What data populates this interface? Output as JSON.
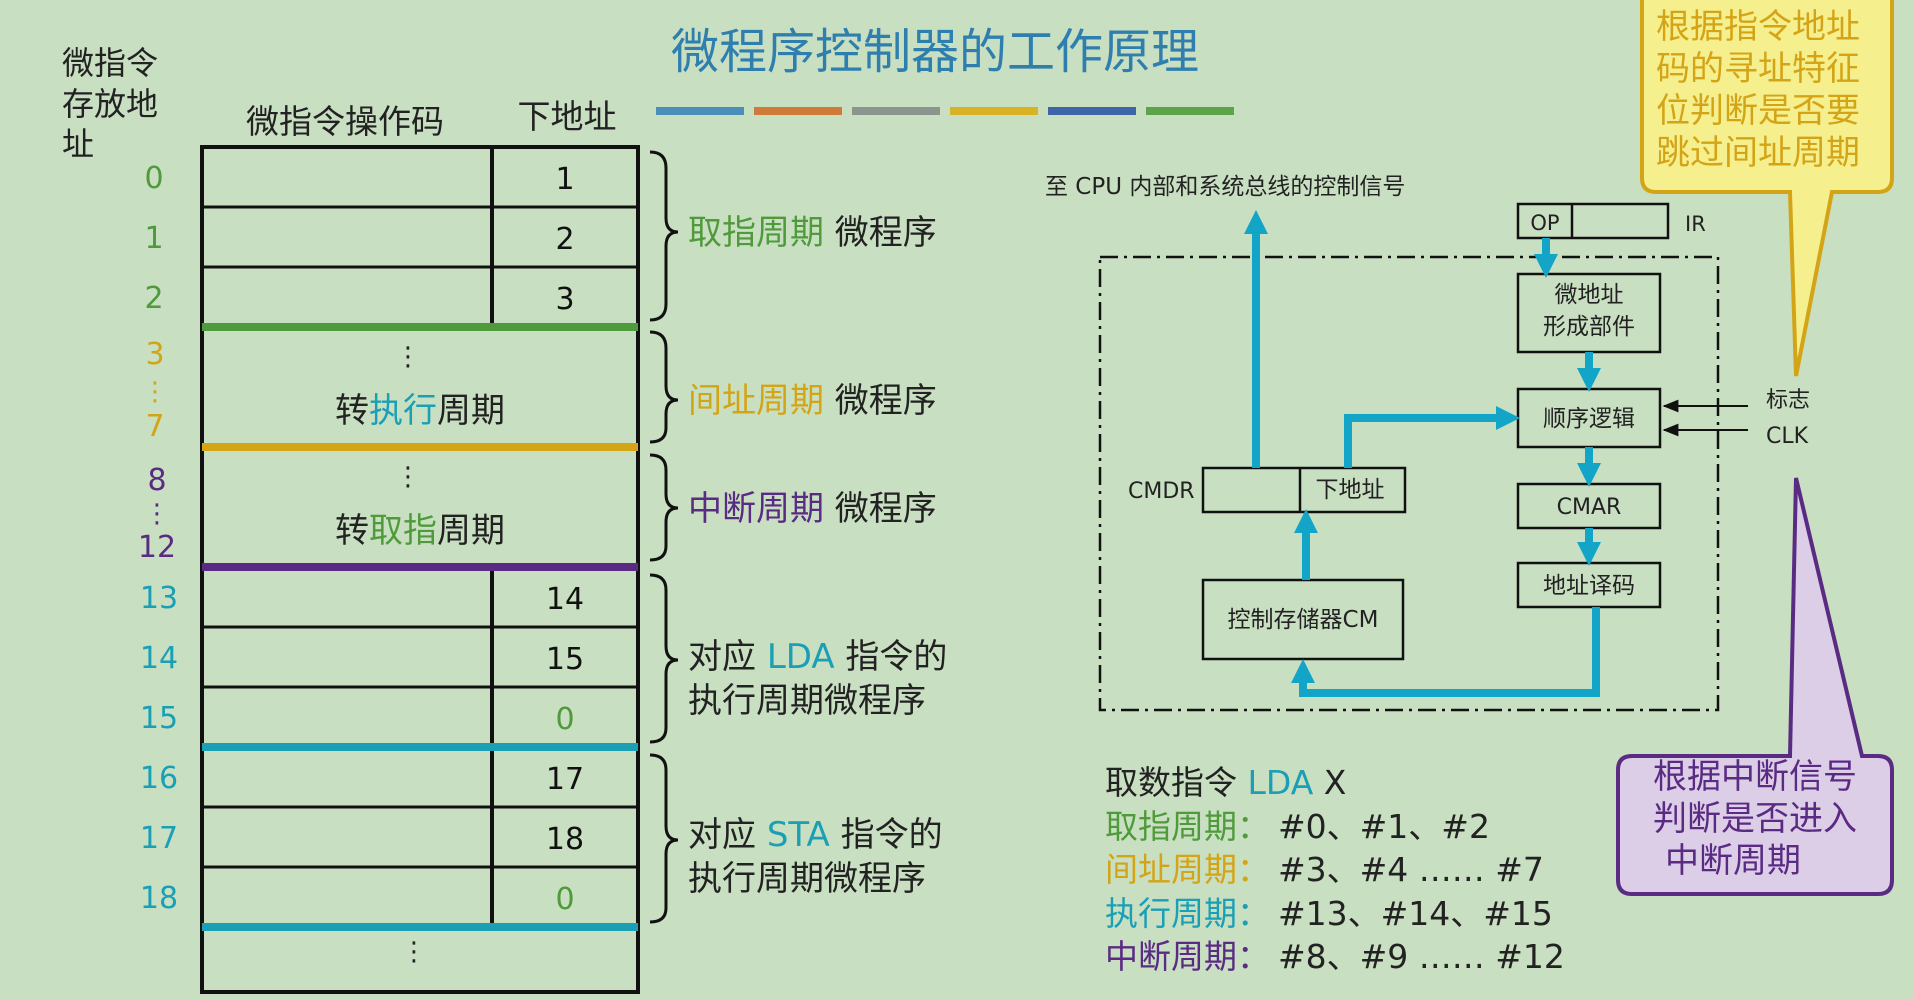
{
  "title": "微程序控制器的工作原理",
  "colors": {
    "bg": "#c9dfc2",
    "title": "#2f7fae",
    "green": "#4f9a3a",
    "yellow": "#d4a417",
    "purple": "#5a2b83",
    "teal": "#1a9fb5",
    "blue_arrow": "#13a5c7",
    "box": "#111111"
  },
  "title_bar_colors": [
    "#4a8fb8",
    "#d07a3a",
    "#8a9590",
    "#d8b424",
    "#3f65a8",
    "#5ca448"
  ],
  "left_header": {
    "col0": "微指令\n存放地\n址",
    "col1": "微指令操作码",
    "col2": "下地址"
  },
  "rows": [
    {
      "addr": "0",
      "next": "1",
      "color": "#4f9a3a"
    },
    {
      "addr": "1",
      "next": "2",
      "color": "#4f9a3a"
    },
    {
      "addr": "2",
      "next": "3",
      "color": "#4f9a3a"
    },
    {
      "addr": "13",
      "next": "14",
      "color": "#1a9fb5"
    },
    {
      "addr": "14",
      "next": "15",
      "color": "#1a9fb5"
    },
    {
      "addr": "15",
      "next": "0",
      "color": "#1a9fb5"
    },
    {
      "addr": "16",
      "next": "17",
      "color": "#1a9fb5"
    },
    {
      "addr": "17",
      "next": "18",
      "color": "#1a9fb5"
    },
    {
      "addr": "18",
      "next": "0",
      "color": "#1a9fb5"
    }
  ],
  "addr_ranges": {
    "indirect": {
      "start": "3",
      "dots": "⋮",
      "end": "7"
    },
    "interrupt": {
      "start": "8",
      "dots": "⋮",
      "end": "12"
    }
  },
  "block_text": {
    "dots": "⋮",
    "indirect_pre": "转",
    "indirect_mid": "执行",
    "indirect_post": "周期",
    "interrupt_pre": "转",
    "interrupt_mid": "取指",
    "interrupt_post": "周期"
  },
  "brackets": {
    "fetch_a": "取指周期",
    "fetch_b": " 微程序",
    "indirect_a": "间址周期",
    "indirect_b": " 微程序",
    "interrupt_a": "中断周期",
    "interrupt_b": " 微程序",
    "lda_1a": "对应 ",
    "lda_1b": "LDA",
    "lda_1c": " 指令的",
    "lda_2": "执行周期微程序",
    "sta_1a": "对应 ",
    "sta_1b": "STA",
    "sta_1c": " 指令的",
    "sta_2": "执行周期微程序"
  },
  "diagram": {
    "cpu_label": "至 CPU 内部和系统总线的控制信号",
    "op": "OP",
    "ir": "IR",
    "maddr_1": "微地址",
    "maddr_2": "形成部件",
    "seq": "顺序逻辑",
    "flag": "标志",
    "clk": "CLK",
    "cmdr": "CMDR",
    "next_addr": "下地址",
    "cmar": "CMAR",
    "decode": "地址译码",
    "cm": "控制存储器CM"
  },
  "example": {
    "heading_a": "取数指令 ",
    "heading_b": "LDA",
    "heading_c": " X",
    "lines": [
      {
        "label": "取指周期",
        "value": "#0、#1、#2"
      },
      {
        "label": "间址周期",
        "value": "#3、#4 …… #7"
      },
      {
        "label": "执行周期",
        "value": "#13、#14、#15"
      },
      {
        "label": "中断周期",
        "value": "#8、#9 …… #12"
      }
    ]
  },
  "callouts": {
    "top_1": "根据指令地址",
    "top_2": "码的寻址特征",
    "top_3": "位判断是否要",
    "top_4": "跳过间址周期",
    "bottom_1": "根据中断信号",
    "bottom_2": "判断是否进入",
    "bottom_3": "中断周期"
  }
}
